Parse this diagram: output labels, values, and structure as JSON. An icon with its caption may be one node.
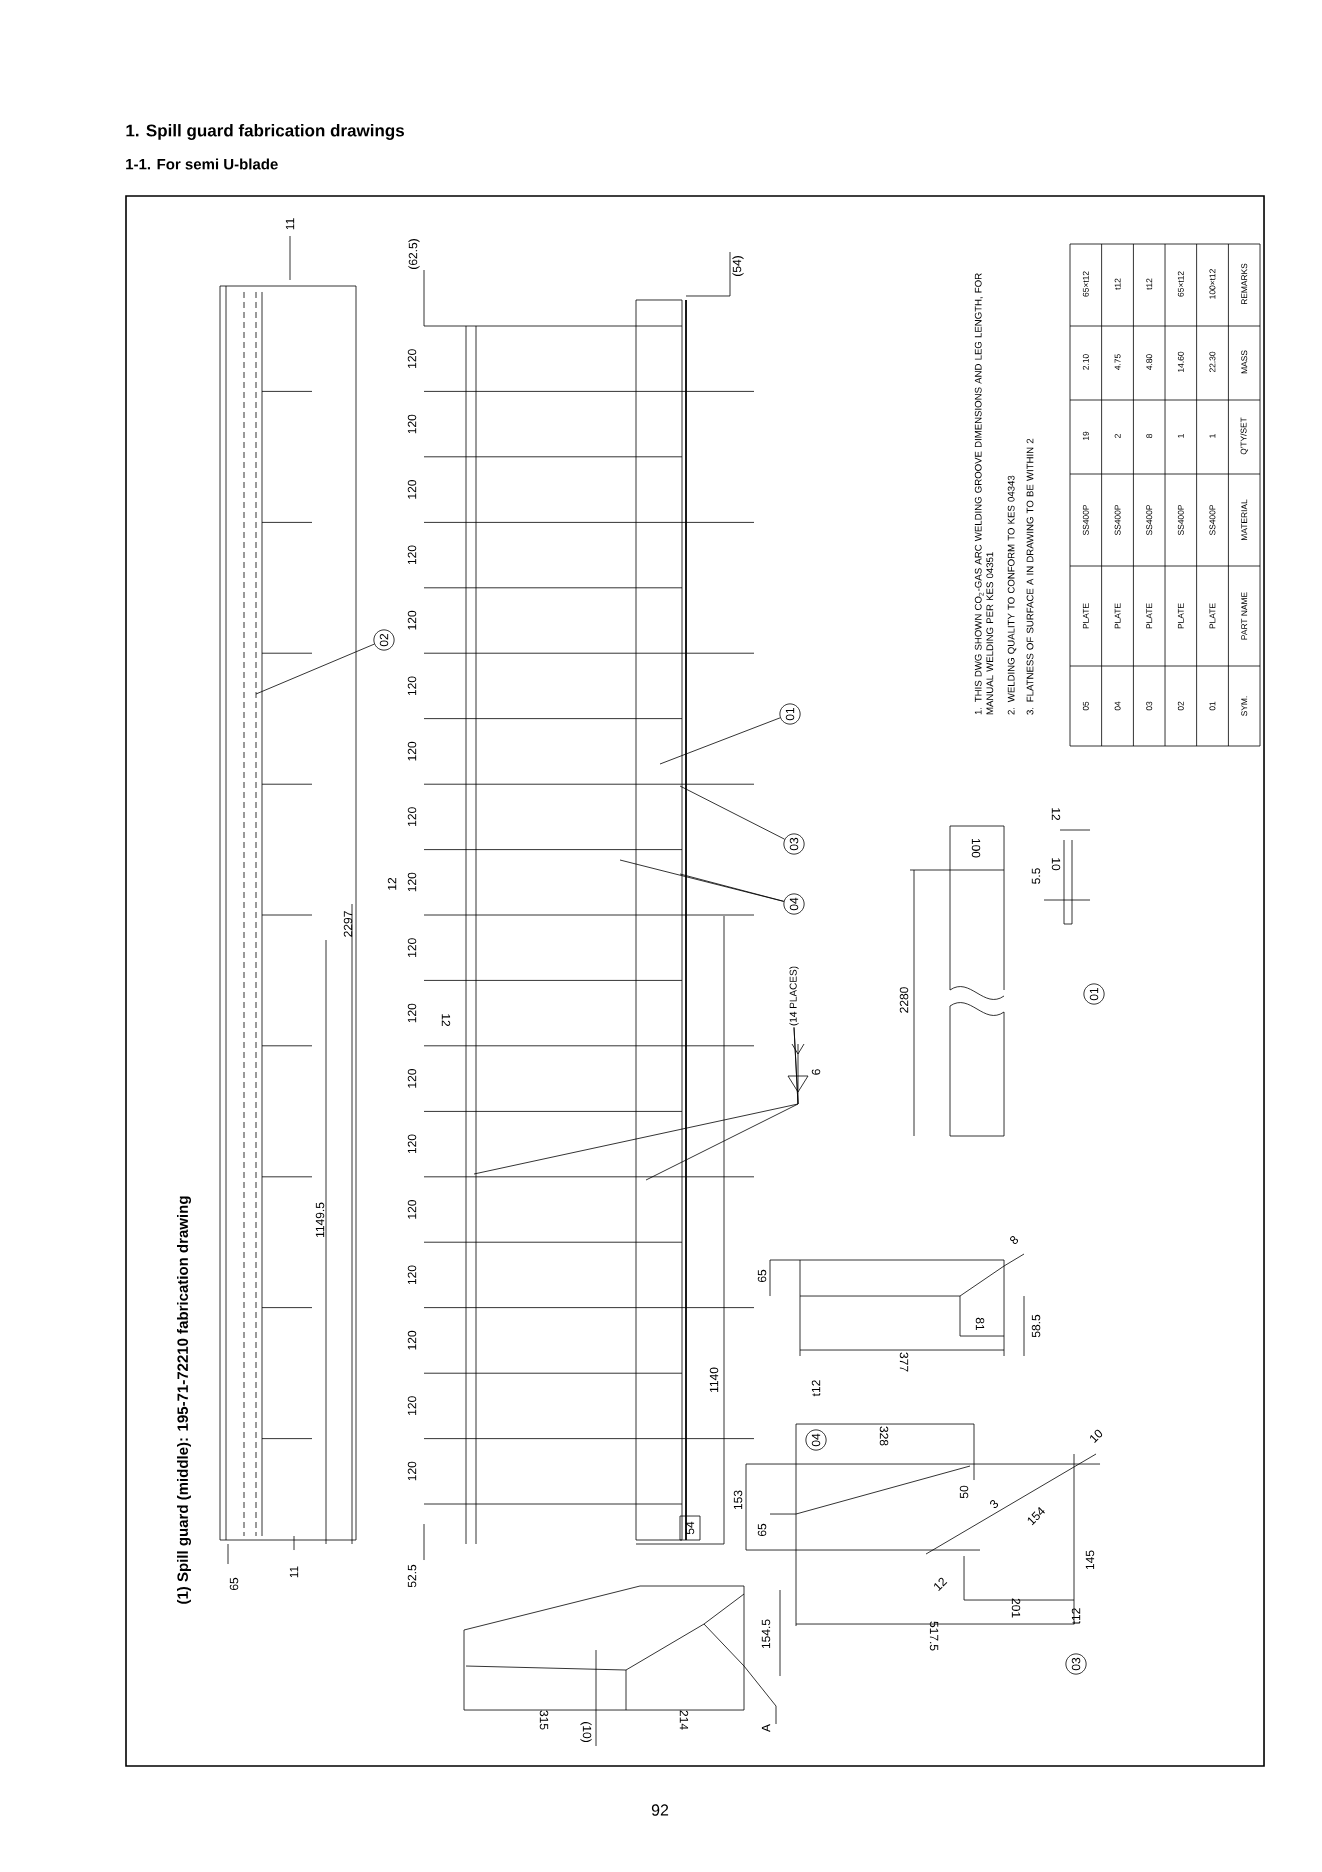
{
  "diagram": {
    "title": "1. Spill guard fabrication drawings",
    "nodes": [
      {
        "text": [
          "02"
        ]
      },
      {
        "text": [
          "01"
        ]
      },
      {
        "text": [
          "03"
        ]
      },
      {
        "text": [
          "04"
        ]
      },
      {
        "text": [
          "01"
        ]
      },
      {
        "text": [
          "04"
        ],
        "beside": [
          "t12"
        ]
      },
      {
        "text": [
          "03"
        ],
        "beside": [
          "t12"
        ]
      },
      {
        "text": [
          "(14 PLACES)"
        ]
      }
    ],
    "edges": [
      {
        "from": 0,
        "to": null,
        "arrow": "none"
      },
      {
        "from": 1,
        "to": null,
        "arrow": "none"
      },
      {
        "from": 2,
        "to": null,
        "arrow": "none"
      },
      {
        "from": 3,
        "to": null,
        "arrow": "none"
      },
      {
        "from": 3,
        "to": null,
        "arrow": "none"
      },
      {
        "from": 7,
        "to": null,
        "arrow": "none"
      },
      {
        "from": 7,
        "to": null,
        "arrow": "none"
      }
    ],
    "labels": [
      "1-1. For semi U-blade",
      "(1) Spill guard (middle): 195-71-72210 fabrication drawing",
      "11",
      "(62.5)",
      "(54)",
      "120",
      "120",
      "120",
      "120",
      "120",
      "120",
      "120",
      "120",
      "120",
      "120",
      "120",
      "120",
      "120",
      "120",
      "120",
      "120",
      "120",
      "120",
      "2297",
      "1149.5",
      "12",
      "12",
      "1140",
      "54",
      "52.5",
      "65",
      "11",
      "1. THIS DWG SHOWN CO$_{2}$-GAS ARC WELDING GROOVE DIMENSIONS AND LEG LENGTH, FOR MANUAL WELDING PER KES 04351",
      "2. WELDING QUALITY TO CONFORM TO KES 04343",
      "3. FLATNESS OF SURFACE A IN DRAWING TO BE WITHIN 2",
      "05",
      "PLATE",
      "SS400P",
      "19",
      "2.10",
      "65×t12",
      "04",
      "PLATE",
      "SS400P",
      "2",
      "4.75",
      "t12",
      "03",
      "PLATE",
      "SS400P",
      "8",
      "4.80",
      "t12",
      "02",
      "PLATE",
      "SS400P",
      "1",
      "14.60",
      "65×t12",
      "01",
      "PLATE",
      "SS400P",
      "1",
      "22.30",
      "100×t12",
      "SYM.",
      "PART NAME",
      "MATERIAL",
      "Q'TY/SET",
      "MASS",
      "REMARKS",
      "100",
      "10",
      "12",
      "2280",
      "5.5",
      "65",
      "8",
      "81",
      "58.5",
      "377",
      "328",
      "153",
      "65",
      "50",
      "10",
      "3",
      "154",
      "145",
      "12",
      "201",
      "517.5",
      "154.5",
      "315",
      "(10)",
      "214",
      "A",
      "6",
      "92"
    ]
  }
}
